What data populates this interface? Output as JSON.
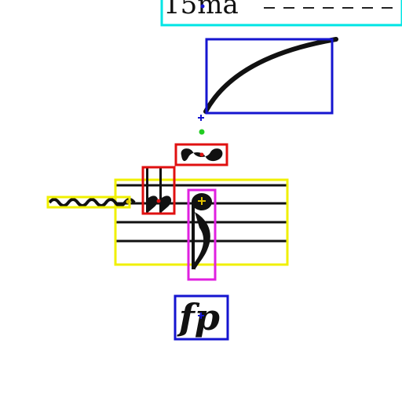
{
  "score": {
    "ottava_label": "15ma",
    "dynamic_label": "fp"
  },
  "colors": {
    "ottava_box": "#00e5e5",
    "slur_box": "#1515d0",
    "turn_box": "#e01010",
    "staff_box": "#f0f000",
    "accidental_box": "#e01010",
    "note_box": "#e020e0",
    "trill_box": "#f0f000",
    "dynamic_box": "#1515d0",
    "ink": "#111111",
    "marker_blue": "#1515d0",
    "marker_green": "#22cc22",
    "marker_red": "#e01010",
    "marker_yellow": "#e0c000"
  },
  "annotations": [
    {
      "name": "ottava-box",
      "class": "ottava"
    },
    {
      "name": "slur-box",
      "class": "slur"
    },
    {
      "name": "turn-box",
      "class": "turn"
    },
    {
      "name": "staff-box",
      "class": "staff"
    },
    {
      "name": "accidental-box",
      "class": "double-flat"
    },
    {
      "name": "note-box",
      "class": "notehead-with-flag"
    },
    {
      "name": "trill-box",
      "class": "trill-wavy-line"
    },
    {
      "name": "dynamic-box",
      "class": "dynamic"
    }
  ]
}
